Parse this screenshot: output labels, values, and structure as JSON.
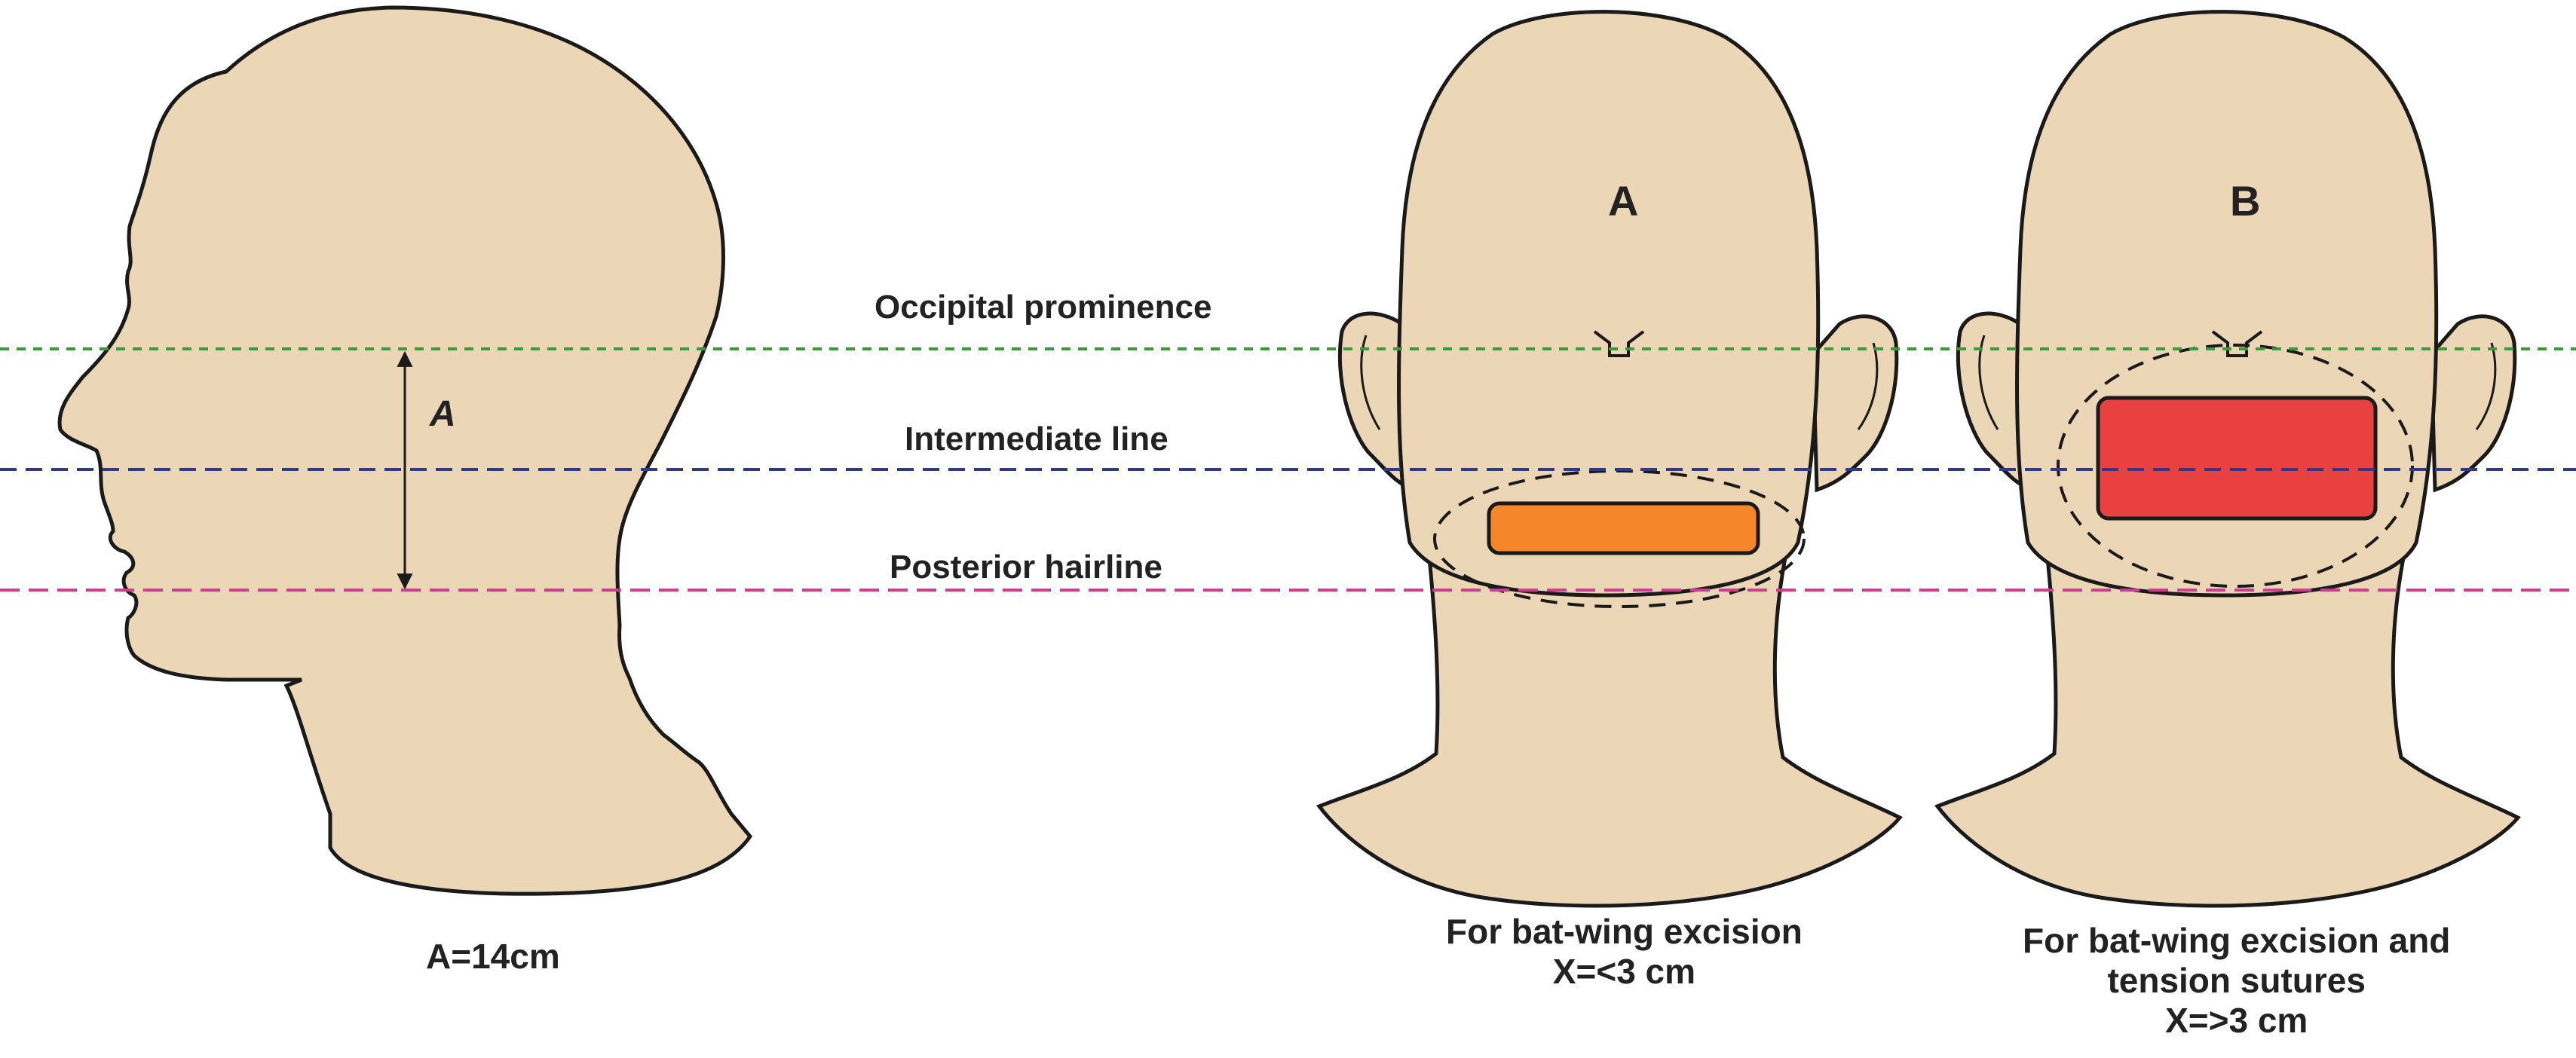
{
  "reference_lines": [
    {
      "label": "Occipital prominence",
      "color": "#3a9a3a"
    },
    {
      "label": "Intermediate line",
      "color": "#2b3a8f"
    },
    {
      "label": "Posterior hairline",
      "color": "#d03c8f"
    }
  ],
  "profile_view": {
    "dimension_label": "A",
    "caption": "A=14cm"
  },
  "view_a": {
    "label": "A",
    "caption_line1": "For bat-wing excision",
    "caption_line2": "X=<3 cm",
    "excision_color": "#f5862a"
  },
  "view_b": {
    "label": "B",
    "caption_line1": "For bat-wing excision and",
    "caption_line2": "tension sutures",
    "caption_line3": "X=>3 cm",
    "excision_color": "#e94040"
  },
  "skin_color": "#ebd6b6",
  "outline_color": "#1a1a1a"
}
